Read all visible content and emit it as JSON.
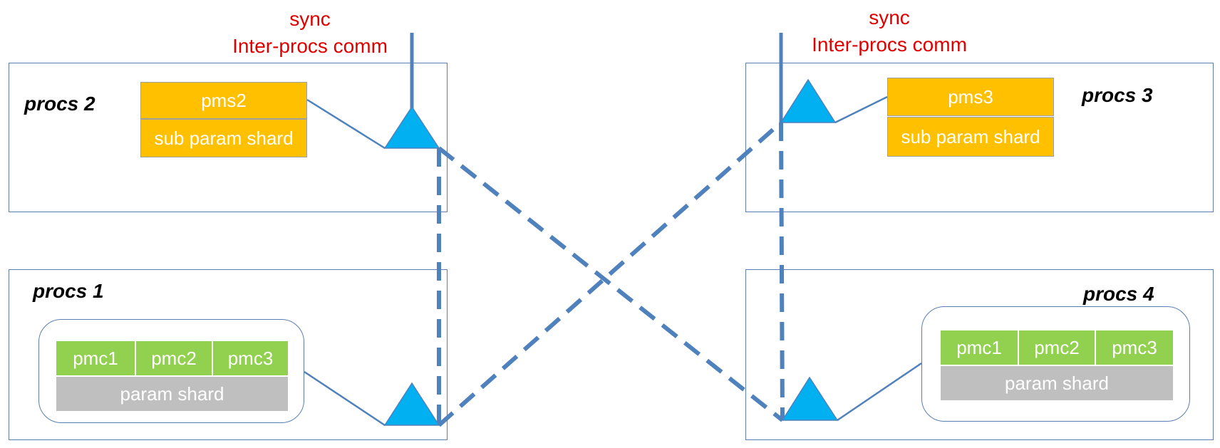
{
  "sync_left": {
    "line1": "sync",
    "line2": "Inter-procs comm"
  },
  "sync_right": {
    "line1": "sync",
    "line2": "Inter-procs comm"
  },
  "procs2": {
    "label": "procs 2",
    "ms_name": "pms2",
    "ms_sub": "sub param shard"
  },
  "procs3": {
    "label": "procs 3",
    "ms_name": "pms3",
    "ms_sub": "sub param shard"
  },
  "procs1": {
    "label": "procs 1",
    "pmc": [
      "pmc1",
      "pmc2",
      "pmc3"
    ],
    "shard": "param shard"
  },
  "procs4": {
    "label": "procs 4",
    "pmc": [
      "pmc1",
      "pmc2",
      "pmc3"
    ],
    "shard": "param shard"
  },
  "colors": {
    "box_border": "#5b7fb3",
    "link": "#4f81bd",
    "triangle": "#00b0f0",
    "sync_text": "#e00000",
    "ms_fill": "#ffc000",
    "mc_fill": "#92d050",
    "shard_fill": "#bfbfbf"
  }
}
